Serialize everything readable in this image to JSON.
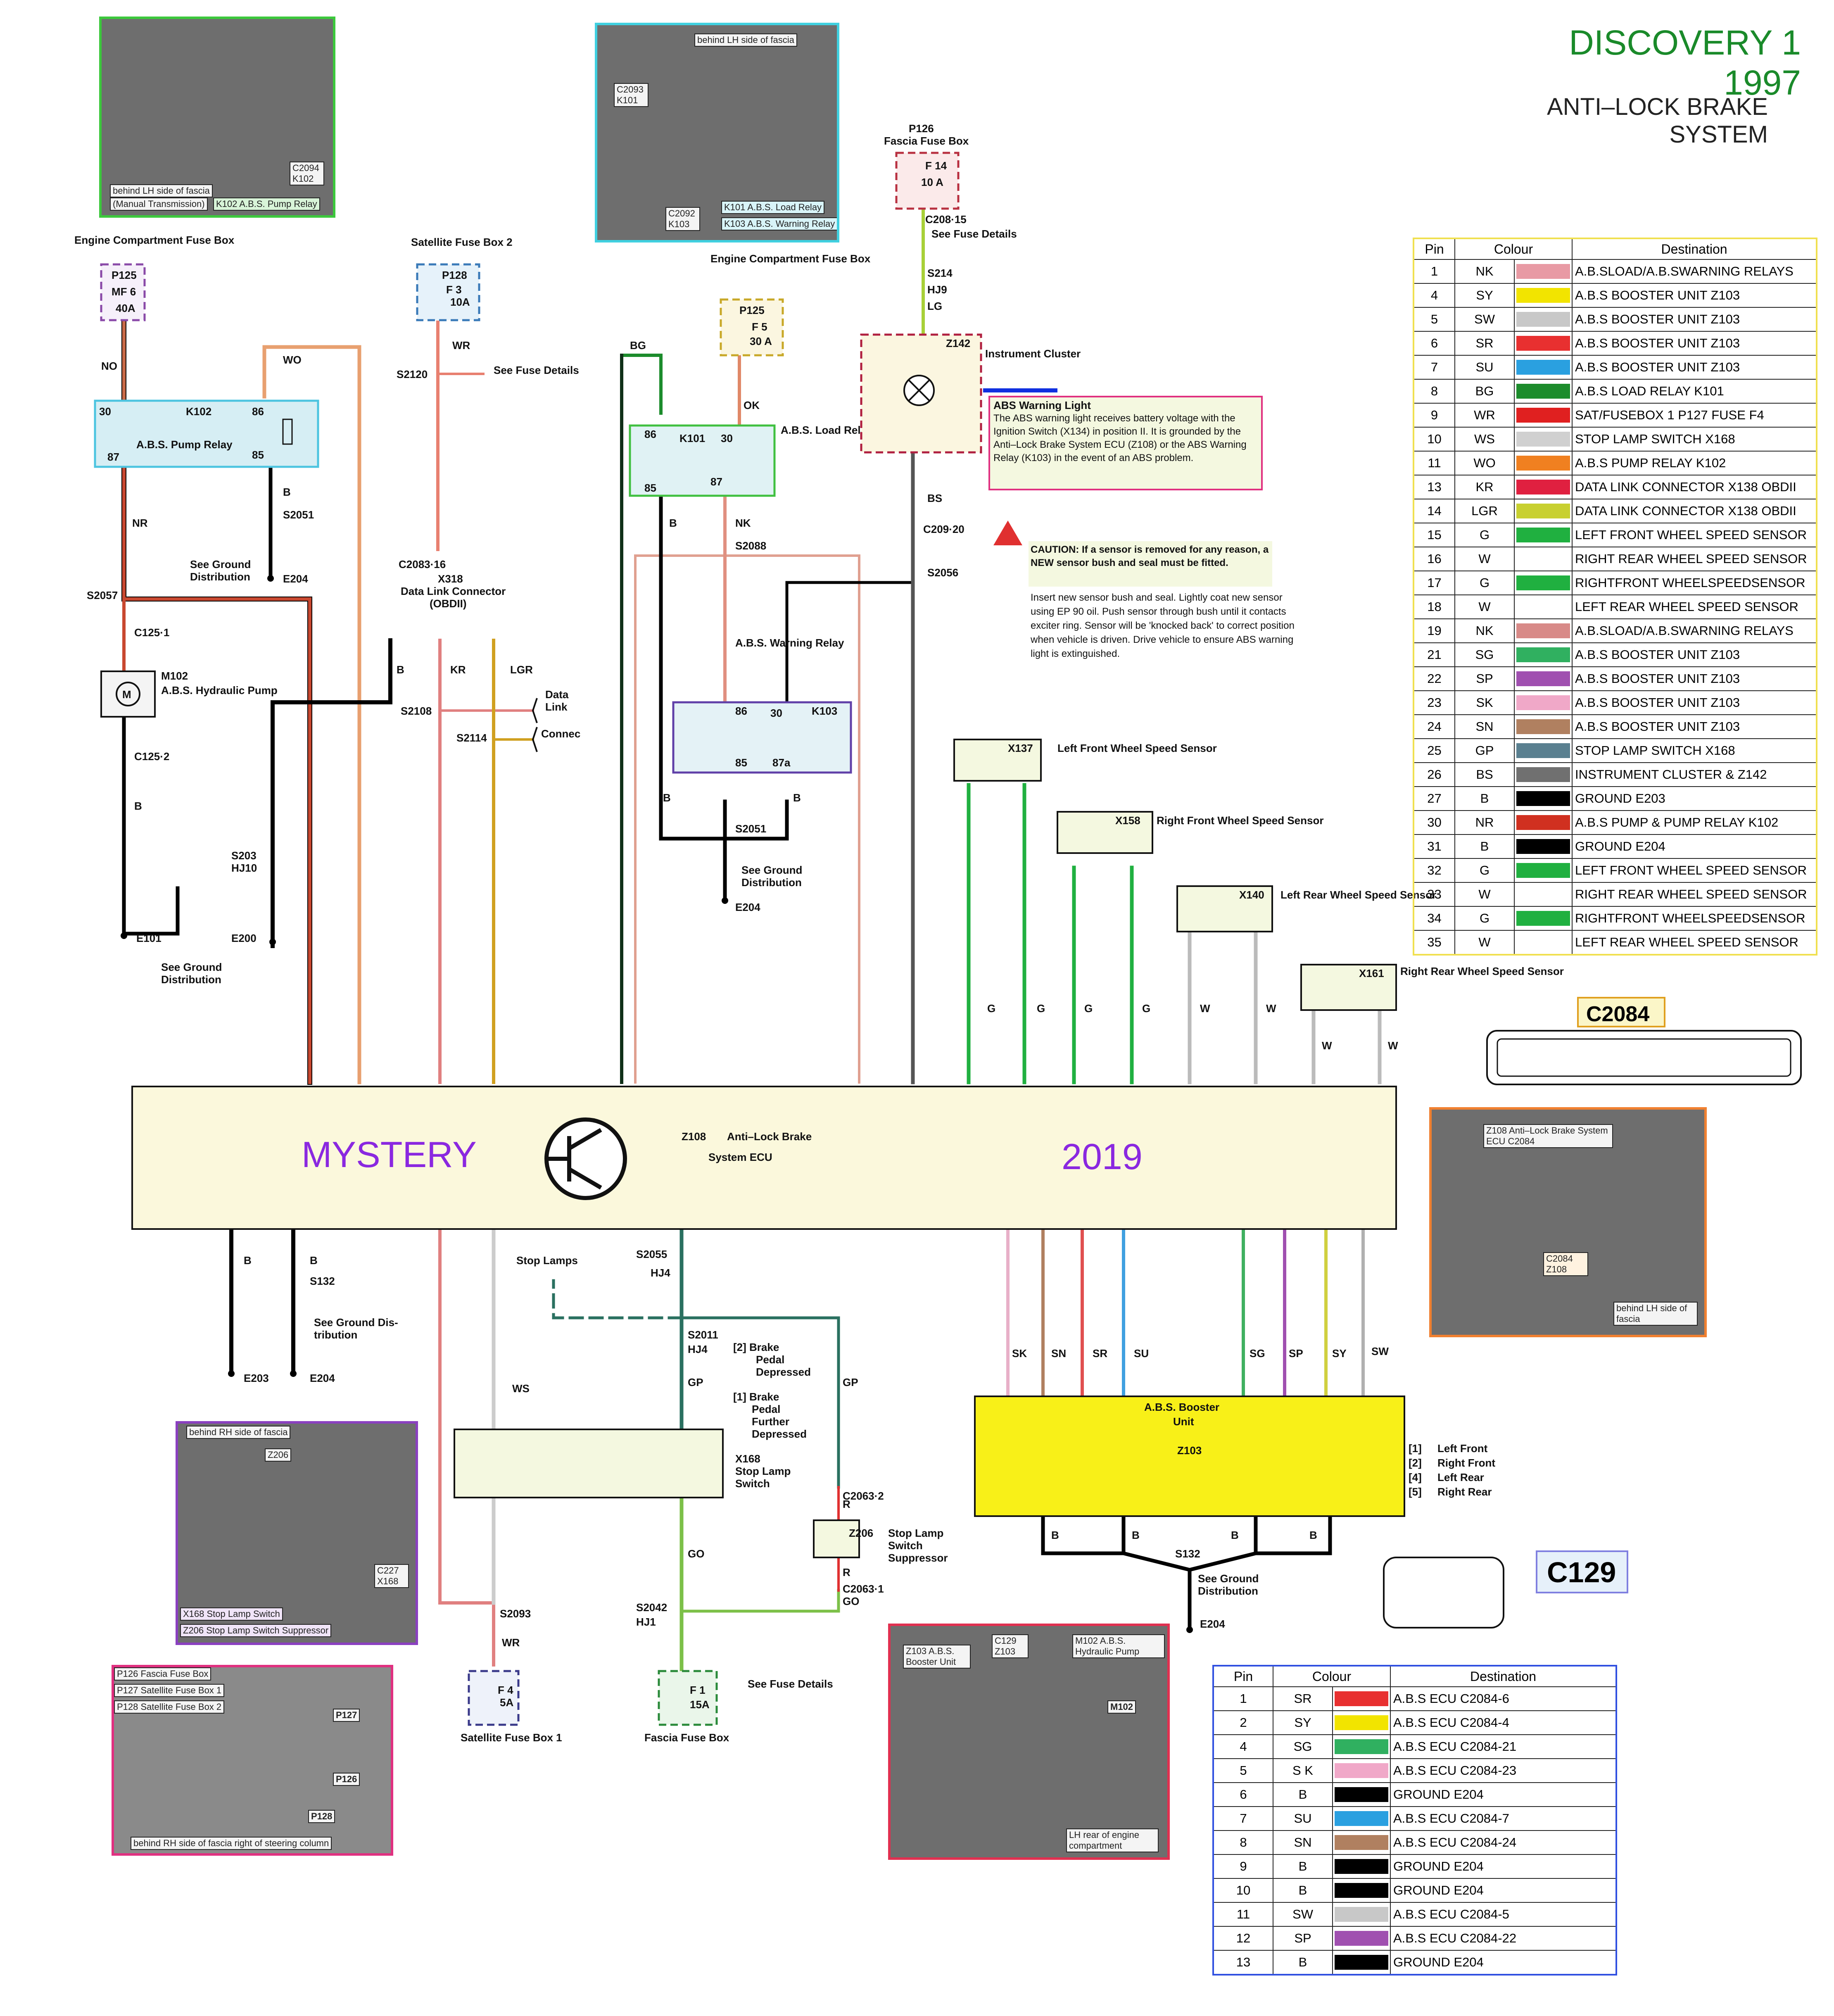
{
  "header": {
    "title": "DISCOVERY 1 1997",
    "subtitle": "ANTI–LOCK BRAKE SYSTEM"
  },
  "ecu": {
    "id": "Z108",
    "name1": "Anti–Lock Brake",
    "name2": "System ECU",
    "watermark_left": "MYSTERY",
    "watermark_right": "2019"
  },
  "components": {
    "k102_title": "A.B.S. Pump Relay",
    "k101_title": "A.B.S. Load Relay",
    "k103_title": "A.B.S. Warning Relay",
    "m102": "M102",
    "m102_name": "A.B.S. Hydraulic Pump",
    "x168": "X168 Stop Lamp Switch",
    "z206": "Stop Lamp Switch Suppressor",
    "z103": "A.B.S. Booster Unit",
    "instrument": "Instrument Cluster",
    "x318": "Data Link Connector (OBDII)",
    "p125a": "Engine Compartment Fuse Box",
    "p128": "Satellite Fuse Box 2",
    "p125b": "Engine Compartment Fuse Box",
    "p126": "Fascia Fuse Box",
    "p127": "Satellite Fuse Box 1",
    "p126b": "Fascia Fuse Box"
  },
  "notes": {
    "abs_warning_title": "ABS Warning Light",
    "abs_warning_body": "The ABS warning light receives battery voltage with the Ignition Switch (X134) in position II. It is grounded by the Anti–Lock Brake System ECU (Z108) or the ABS Warning Relay (K103) in the event of an ABS problem.",
    "caution_title": "CAUTION: If a sensor is removed for any reason, a NEW sensor bush and seal must be fitted.",
    "caution_body": "Insert new sensor bush and seal. Lightly coat new sensor using EP 90 oil. Push sensor through bush until it contacts exciter ring. Sensor will be 'knocked back' to correct position when vehicle is driven. Drive vehicle to ensure ABS warning light is extinguished."
  },
  "sensors": {
    "x137": "Left Front Wheel Speed Sensor",
    "x158": "Right Front Wheel Speed Sensor",
    "x140": "Left Rear Wheel Speed Sensor",
    "x161": "Right Rear Wheel Speed Sensor"
  },
  "legend": {
    "lf": "Left Front",
    "rf": "Right Front",
    "lr": "Left Rear",
    "rr": "Right Rear"
  },
  "connectors": {
    "c2084": "C2084",
    "c129": "C129"
  },
  "table_c2084": {
    "headers": [
      "Pin",
      "Colour",
      "Destination"
    ],
    "rows": [
      {
        "pin": "1",
        "code": "NK",
        "color": "#e89aa4",
        "dest": "A.B.SLOAD/A.B.SWARNING RELAYS"
      },
      {
        "pin": "4",
        "code": "SY",
        "color": "#f2e400",
        "dest": "A.B.S BOOSTER UNIT Z103"
      },
      {
        "pin": "5",
        "code": "SW",
        "color": "#c8c8c8",
        "dest": "A.B.S BOOSTER UNIT Z103"
      },
      {
        "pin": "6",
        "code": "SR",
        "color": "#e83030",
        "dest": "A.B.S BOOSTER UNIT Z103"
      },
      {
        "pin": "7",
        "code": "SU",
        "color": "#2aa0e0",
        "dest": "A.B.S BOOSTER UNIT Z103"
      },
      {
        "pin": "8",
        "code": "BG",
        "color": "#1c8c2c",
        "dest": "A.B.S LOAD RELAY K101"
      },
      {
        "pin": "9",
        "code": "WR",
        "color": "#e02020",
        "dest": "SAT/FUSEBOX 1 P127 FUSE F4"
      },
      {
        "pin": "10",
        "code": "WS",
        "color": "#d0d0d0",
        "dest": "STOP LAMP SWITCH X168"
      },
      {
        "pin": "11",
        "code": "WO",
        "color": "#f08020",
        "dest": "A.B.S PUMP RELAY K102"
      },
      {
        "pin": "13",
        "code": "KR",
        "color": "#e02040",
        "dest": "DATA LINK CONNECTOR X138 OBDII"
      },
      {
        "pin": "14",
        "code": "LGR",
        "color": "#c8d030",
        "dest": "DATA LINK CONNECTOR X138 OBDII"
      },
      {
        "pin": "15",
        "code": "G",
        "color": "#20b040",
        "dest": "LEFT FRONT WHEEL SPEED SENSOR"
      },
      {
        "pin": "16",
        "code": "W",
        "color": "#ffffff",
        "dest": "RIGHT REAR WHEEL SPEED SENSOR"
      },
      {
        "pin": "17",
        "code": "G",
        "color": "#20b040",
        "dest": "RIGHTFRONT WHEELSPEEDSENSOR"
      },
      {
        "pin": "18",
        "code": "W",
        "color": "#ffffff",
        "dest": "LEFT REAR WHEEL SPEED SENSOR"
      },
      {
        "pin": "19",
        "code": "NK",
        "color": "#d88a88",
        "dest": "A.B.SLOAD/A.B.SWARNING RELAYS"
      },
      {
        "pin": "21",
        "code": "SG",
        "color": "#30b060",
        "dest": "A.B.S BOOSTER UNIT Z103"
      },
      {
        "pin": "22",
        "code": "SP",
        "color": "#a050b0",
        "dest": "A.B.S BOOSTER UNIT Z103"
      },
      {
        "pin": "23",
        "code": "SK",
        "color": "#f0a8c8",
        "dest": "A.B.S BOOSTER UNIT Z103"
      },
      {
        "pin": "24",
        "code": "SN",
        "color": "#b08060",
        "dest": "A.B.S BOOSTER UNIT Z103"
      },
      {
        "pin": "25",
        "code": "GP",
        "color": "#5a8090",
        "dest": "STOP LAMP SWITCH X168"
      },
      {
        "pin": "26",
        "code": "BS",
        "color": "#707070",
        "dest": "INSTRUMENT CLUSTER & Z142"
      },
      {
        "pin": "27",
        "code": "B",
        "color": "#000000",
        "dest": "GROUND E203"
      },
      {
        "pin": "30",
        "code": "NR",
        "color": "#d03020",
        "dest": "A.B.S PUMP & PUMP RELAY K102"
      },
      {
        "pin": "31",
        "code": "B",
        "color": "#000000",
        "dest": "GROUND E204"
      },
      {
        "pin": "32",
        "code": "G",
        "color": "#20b040",
        "dest": "LEFT FRONT WHEEL SPEED SENSOR"
      },
      {
        "pin": "33",
        "code": "W",
        "color": "#ffffff",
        "dest": "RIGHT REAR WHEEL SPEED SENSOR"
      },
      {
        "pin": "34",
        "code": "G",
        "color": "#20b040",
        "dest": "RIGHTFRONT WHEELSPEEDSENSOR"
      },
      {
        "pin": "35",
        "code": "W",
        "color": "#ffffff",
        "dest": "LEFT REAR WHEEL SPEED SENSOR"
      }
    ]
  },
  "table_c129": {
    "headers": [
      "Pin",
      "Colour",
      "Destination"
    ],
    "rows": [
      {
        "pin": "1",
        "code": "SR",
        "color": "#e83030",
        "dest": "A.B.S ECU C2084-6"
      },
      {
        "pin": "2",
        "code": "SY",
        "color": "#f2e400",
        "dest": "A.B.S ECU C2084-4"
      },
      {
        "pin": "4",
        "code": "SG",
        "color": "#30b060",
        "dest": "A.B.S ECU C2084-21"
      },
      {
        "pin": "5",
        "code": "S K",
        "color": "#f0a8c8",
        "dest": "A.B.S ECU C2084-23"
      },
      {
        "pin": "6",
        "code": "B",
        "color": "#000000",
        "dest": "GROUND E204"
      },
      {
        "pin": "7",
        "code": "SU",
        "color": "#2aa0e0",
        "dest": "A.B.S ECU C2084-7"
      },
      {
        "pin": "8",
        "code": "SN",
        "color": "#b08060",
        "dest": "A.B.S ECU C2084-24"
      },
      {
        "pin": "9",
        "code": "B",
        "color": "#000000",
        "dest": "GROUND E204"
      },
      {
        "pin": "10",
        "code": "B",
        "color": "#000000",
        "dest": "GROUND E204"
      },
      {
        "pin": "11",
        "code": "SW",
        "color": "#c8c8c8",
        "dest": "A.B.S ECU C2084-5"
      },
      {
        "pin": "12",
        "code": "SP",
        "color": "#a050b0",
        "dest": "A.B.S ECU C2084-22"
      },
      {
        "pin": "13",
        "code": "B",
        "color": "#000000",
        "dest": "GROUND E204"
      }
    ]
  },
  "photos": {
    "p1_a": "behind LH side of fascia",
    "p1_b": "(Manual Transmission)",
    "p1_c": "K102 A.B.S. Pump Relay",
    "p1_d": "C2094 K102",
    "p2_a": "behind LH side of fascia",
    "p2_b": "C2093 K101",
    "p2_c": "C2092 K103",
    "p2_d": "K101 A.B.S. Load Relay",
    "p2_e": "K103 A.B.S. Warning Relay",
    "p3_a": "Z108 Anti–Lock Brake System ECU C2084",
    "p3_b": "C2084 Z108",
    "p3_c": "behind LH side of fascia",
    "p4_a": "behind RH side of fascia",
    "p4_b": "Z206",
    "p4_c": "C227 X168",
    "p4_d": "X168 Stop Lamp Switch",
    "p4_e": "Z206 Stop Lamp Switch Suppressor",
    "p5_a": "P126 Fascia Fuse Box",
    "p5_b": "P127 Satellite Fuse Box 1",
    "p5_c": "P128 Satellite Fuse Box 2",
    "p5_d": "P127",
    "p5_e": "P126",
    "p5_f": "P128",
    "p5_g": "behind RH side of fascia right of steering column",
    "p6_a": "Z103 A.B.S. Booster Unit",
    "p6_b": "C129 Z103",
    "p6_c": "M102 A.B.S. Hydraulic Pump",
    "p6_d": "M102",
    "p6_e": "LH rear of engine compartment"
  },
  "colors": {
    "wire_black": "#000000",
    "wire_red": "#e03030",
    "wire_green": "#20b040",
    "wire_orange": "#f08020",
    "ecu_fill": "#fbf8dc",
    "booster_fill": "#f8f018",
    "title_green": "#1a8a2a",
    "mystery_purple": "#8a28e0"
  }
}
